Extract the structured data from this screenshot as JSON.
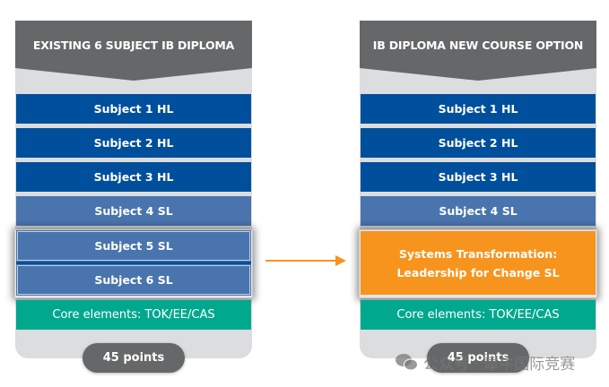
{
  "colors": {
    "header": "#666768",
    "panel_bg": "#dcdddf",
    "hl": "#004f9c",
    "sl": "#4a74ad",
    "core": "#00a88e",
    "new_course": "#f7941d",
    "arrow": "#f7941d"
  },
  "left": {
    "title": "EXISTING 6 SUBJECT IB DIPLOMA",
    "rows": [
      {
        "label": "Subject 1 HL",
        "level": "HL"
      },
      {
        "label": "Subject 2 HL",
        "level": "HL"
      },
      {
        "label": "Subject 3 HL",
        "level": "HL"
      },
      {
        "label": "Subject 4 SL",
        "level": "SL"
      },
      {
        "label": "Subject 5 SL",
        "level": "SL"
      },
      {
        "label": "Subject 6 SL",
        "level": "SL"
      }
    ],
    "core": "Core elements: TOK/EE/CAS",
    "points": "45 points"
  },
  "right": {
    "title": "IB DIPLOMA NEW COURSE OPTION",
    "rows": [
      {
        "label": "Subject 1 HL",
        "level": "HL"
      },
      {
        "label": "Subject 2 HL",
        "level": "HL"
      },
      {
        "label": "Subject 3 HL",
        "level": "HL"
      },
      {
        "label": "Subject 4 SL",
        "level": "SL"
      }
    ],
    "new_course_line1": "Systems Transformation:",
    "new_course_line2": "Leadership for Change SL",
    "core": "Core elements: TOK/EE/CAS",
    "points": "45 points"
  },
  "arrow": {
    "direction": "right",
    "meaning": "replaces"
  },
  "watermark": {
    "icon": "wechat-icon",
    "text": "公众号 · 犀牛国际竞赛"
  }
}
